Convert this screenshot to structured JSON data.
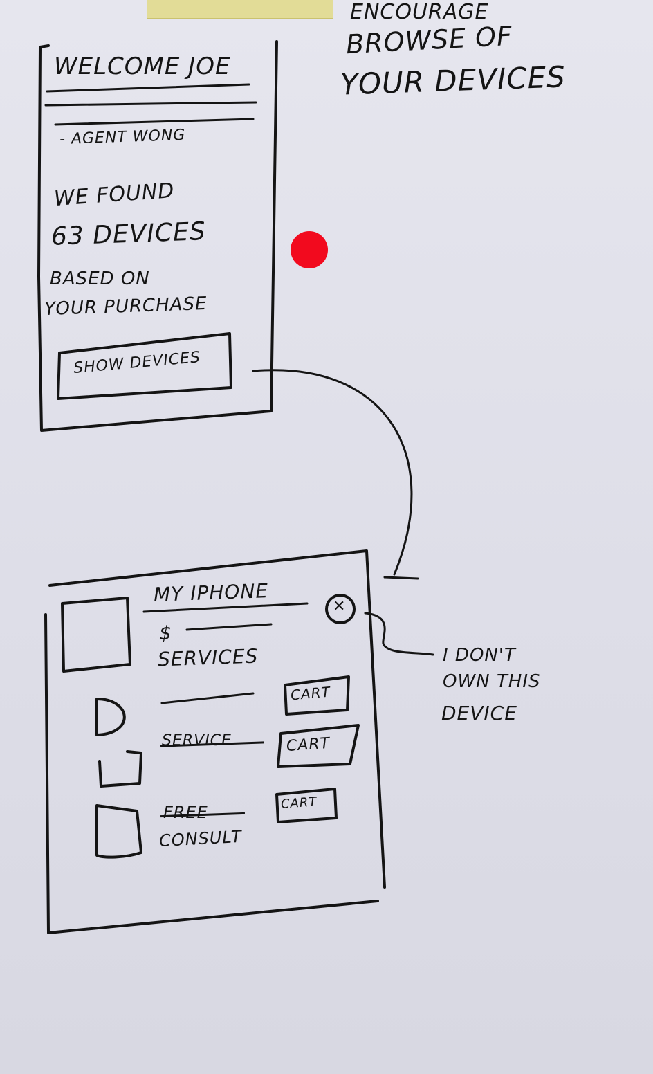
{
  "note": {
    "line1": "ENCOURAGE",
    "line2": "BROWSE OF",
    "line3": "YOUR DEVICES"
  },
  "screen1": {
    "welcome": "WELCOME JOE",
    "signature": "- AGENT WONG",
    "found_line1": "WE FOUND",
    "found_line2": "63 DEVICES",
    "found_line3": "BASED ON",
    "found_line4": "YOUR PURCHASE",
    "button_label": "SHOW DEVICES"
  },
  "screen2": {
    "device_title": "MY IPHONE",
    "price_symbol": "$",
    "services_heading": "SERVICES",
    "service2_label": "SERVICE",
    "service3_label_struck": "FREE",
    "service3_label": "CONSULT",
    "cart_label": "CART",
    "close_symbol": "✕"
  },
  "annotation": {
    "line1": "I DON'T",
    "line2": "OWN THIS",
    "line3": "DEVICE"
  },
  "colors": {
    "ink": "#141414",
    "sticker": "#f20a1e",
    "tape": "#e2dc8e",
    "paper": "#e2e2ea"
  }
}
